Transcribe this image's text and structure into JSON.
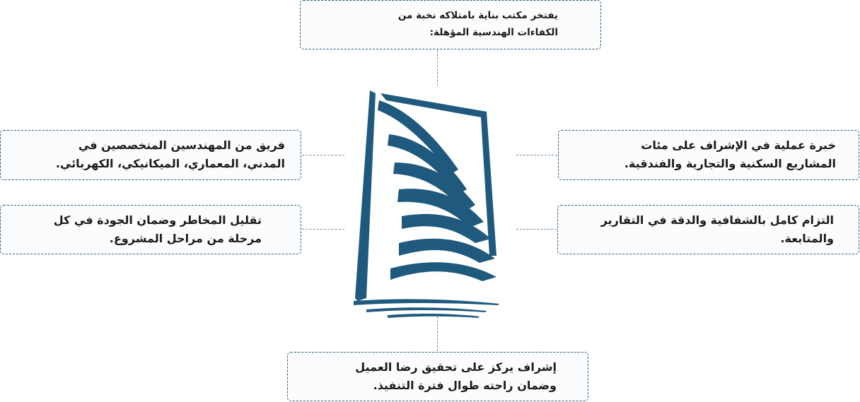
{
  "colors": {
    "primary": "#1f5a7e",
    "border": "#2d5f78",
    "text": "#1a1a1a"
  },
  "center": {
    "icon": "sailboat-logo-icon"
  },
  "top": {
    "line1": "يفتخر مكتب بناية بامتلاكه نخبة من",
    "line2": "الكفاءات الهندسية المؤهلة:"
  },
  "left": [
    {
      "line1": "فريق من المهندسين المتخصصين في",
      "line2": "المدني، المعماري، الميكانيكي، الكهربائي."
    },
    {
      "line1": "تقليل المخاطر وضمان الجودة في كل",
      "line2": "مرحلة من مراحل المشروع."
    }
  ],
  "right": [
    {
      "line1": "خبرة عملية في الإشراف على مئات",
      "line2": "المشاريع السكنية والتجارية والفندقية."
    },
    {
      "line1": "التزام كامل بالشفافية والدقة في التقارير",
      "line2": "والمتابعة."
    }
  ],
  "bottom": {
    "line1": "إشراف يركز على تحقيق رضا العميل",
    "line2": "وضمان راحته طوال فترة التنفيذ."
  }
}
